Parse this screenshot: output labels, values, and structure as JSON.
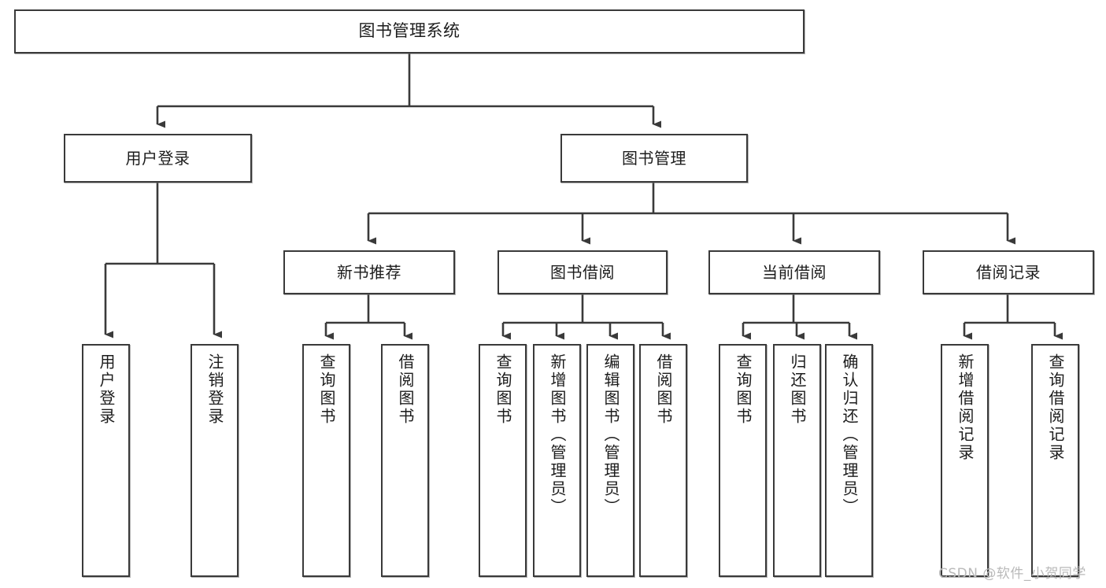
{
  "diagram": {
    "type": "hierarchy-tree",
    "title": "图书管理系统",
    "orientation": "top-down",
    "colors": {
      "background": "#ffffff",
      "node_border": "#3a3a3a",
      "node_fill": "#ffffff",
      "text": "#1c1c1c",
      "connector": "#3a3a3a",
      "watermark": "#b9b9b9"
    }
  },
  "root": {
    "label": "图书管理系统"
  },
  "level2": [
    {
      "label": "用户登录"
    },
    {
      "label": "图书管理"
    }
  ],
  "level3": [
    {
      "label": "新书推荐"
    },
    {
      "label": "图书借阅"
    },
    {
      "label": "当前借阅"
    },
    {
      "label": "借阅记录"
    }
  ],
  "leaves": {
    "user_login": [
      {
        "label": "用户登录"
      },
      {
        "label": "注销登录"
      }
    ],
    "new_book": [
      {
        "label": "查询图书"
      },
      {
        "label": "借阅图书"
      }
    ],
    "book_borrow": [
      {
        "label": "查询图书"
      },
      {
        "label": "新增图书（管理员）"
      },
      {
        "label": "编辑图书（管理员）"
      },
      {
        "label": "借阅图书"
      }
    ],
    "current_borrow": [
      {
        "label": "查询图书"
      },
      {
        "label": "归还图书"
      },
      {
        "label": "确认归还（管理员）"
      }
    ],
    "borrow_record": [
      {
        "label": "新增借阅记录"
      },
      {
        "label": "查询借阅记录"
      }
    ]
  },
  "watermark": {
    "text": "CSDN @软件_小贺同学"
  }
}
